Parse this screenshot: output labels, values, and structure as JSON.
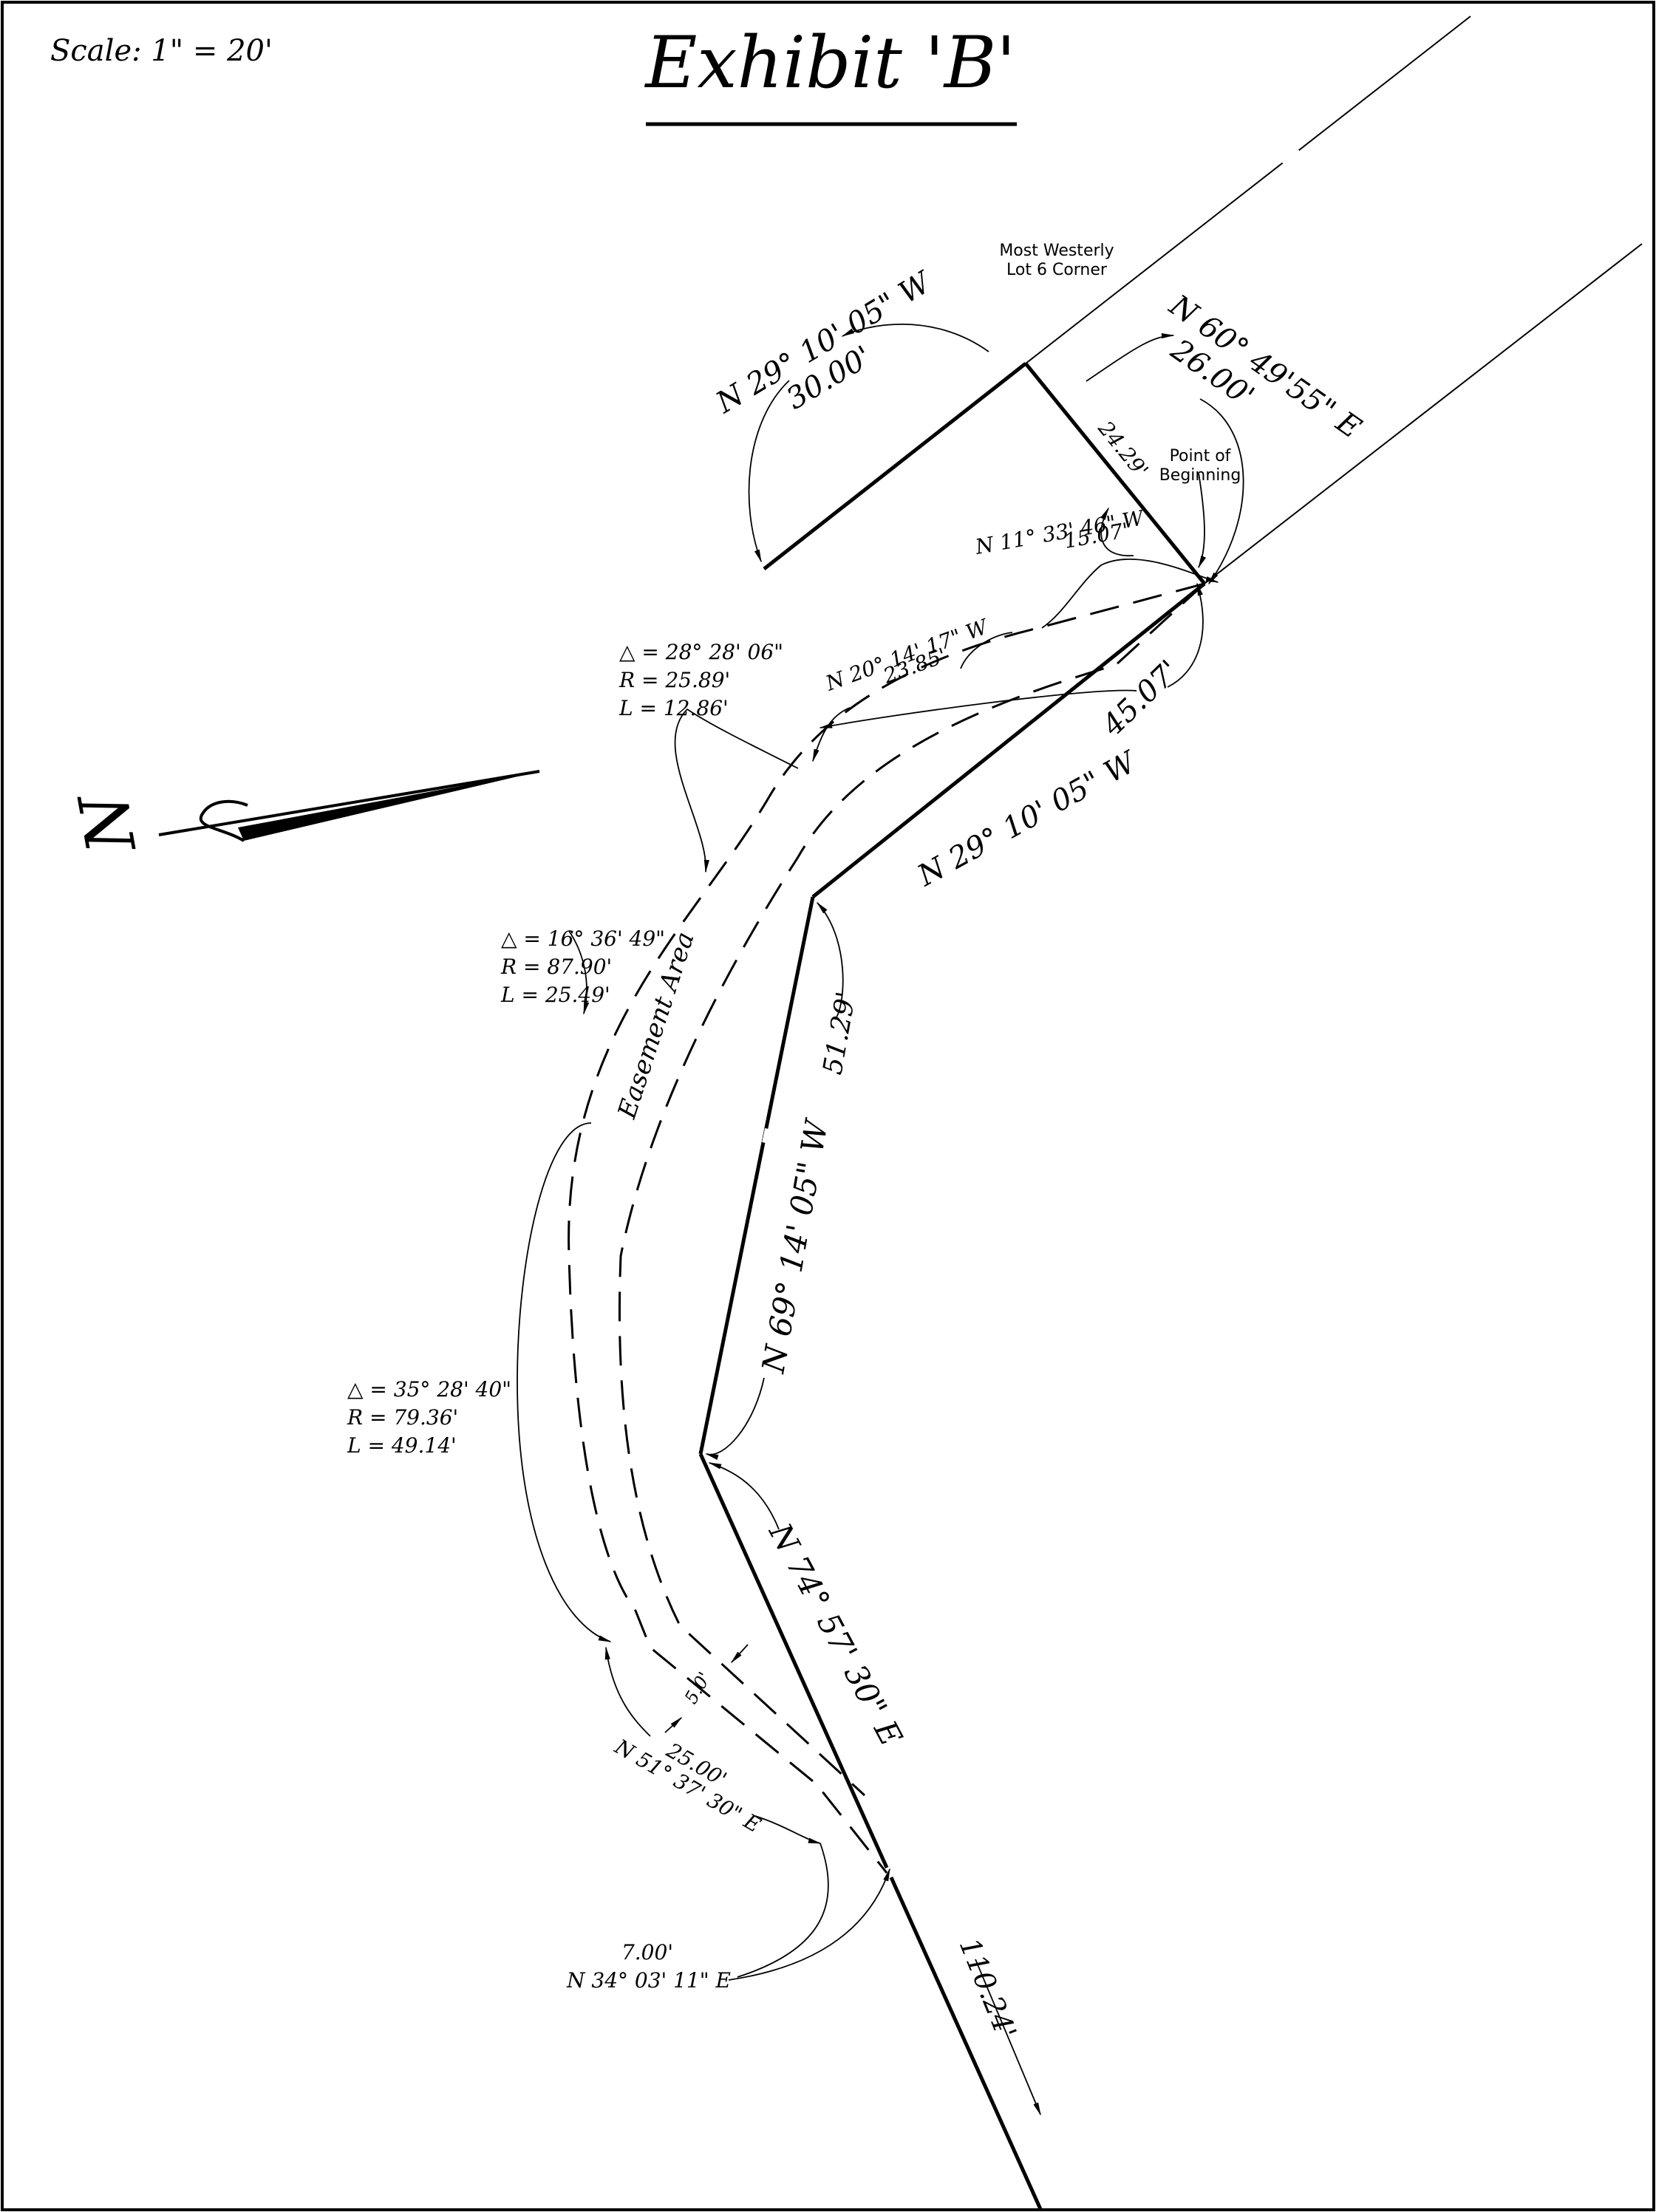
{
  "title": "Exhibit 'B'",
  "scale": "Scale: 1\" = 20'",
  "north_label": "N",
  "easement_label": "Easement Area",
  "notes": {
    "westerly_corner": [
      "Most Westerly",
      "Lot 6 Corner"
    ],
    "pob": [
      "Point of",
      "Beginning"
    ]
  },
  "courses": {
    "c1_bearing": "N 29° 10' 05\" W",
    "c1_dist": "30.00'",
    "c2_bearing": "N 60° 49'55\" E",
    "c2_dist": "26.00'",
    "c3_dist": "24.29'",
    "c4_bearing": "N 11° 33' 46\" W",
    "c4_dist": "15.07'",
    "c5_bearing": "N 20° 14' 17\" W",
    "c5_dist": "23.85'",
    "c6_bearing": "N 29° 10' 05\" W",
    "c6_dist": "45.07'",
    "c7_dist": "51.29'",
    "c8_bearing": "N 69° 14' 05\" W",
    "c9_bearing": "N 74° 57' 30\" E",
    "c10_width": "5.0'",
    "c10_dist": "25.00'",
    "c10_bearing": "N 51° 37' 30\" E",
    "c11_dist": "7.00'",
    "c11_bearing": "N 34° 03' 11\" E",
    "c12_dist": "110.24'"
  },
  "curves": {
    "curve1": [
      "△ = 28° 28' 06\"",
      "R = 25.89'",
      "L = 12.86'"
    ],
    "curve2": [
      "△ = 16° 36' 49\"",
      "R = 87.90'",
      "L = 25.49'"
    ],
    "curve3": [
      "△ = 35° 28' 40\"",
      "R = 79.36'",
      "L = 49.14'"
    ]
  }
}
